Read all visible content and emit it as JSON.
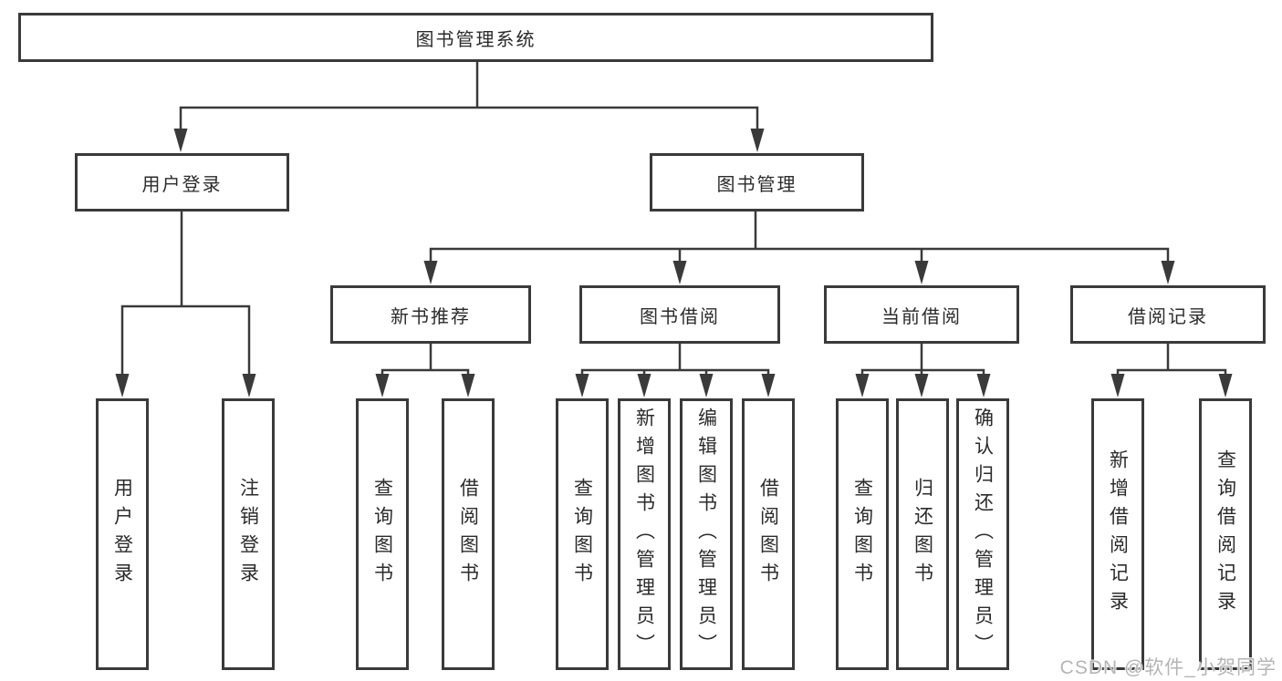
{
  "diagram": {
    "title": "图书管理系统",
    "root": {
      "label": "图书管理系统"
    },
    "level2": [
      {
        "id": "user-login",
        "label": "用户登录"
      },
      {
        "id": "book-management",
        "label": "图书管理"
      }
    ],
    "level3": [
      {
        "id": "new-book-recommend",
        "label": "新书推荐",
        "parent": "图书管理"
      },
      {
        "id": "book-borrow",
        "label": "图书借阅",
        "parent": "图书管理"
      },
      {
        "id": "current-borrow",
        "label": "当前借阅",
        "parent": "图书管理"
      },
      {
        "id": "borrow-record",
        "label": "借阅记录",
        "parent": "图书管理"
      }
    ],
    "leaves": [
      {
        "label": "用户登录",
        "parent": "用户登录"
      },
      {
        "label": "注销登录",
        "parent": "用户登录"
      },
      {
        "label": "查询图书",
        "parent": "新书推荐"
      },
      {
        "label": "借阅图书",
        "parent": "新书推荐"
      },
      {
        "label": "查询图书",
        "parent": "图书借阅"
      },
      {
        "label": "新增图书（管理员）",
        "parent": "图书借阅"
      },
      {
        "label": "编辑图书（管理员）",
        "parent": "图书借阅"
      },
      {
        "label": "借阅图书",
        "parent": "图书借阅"
      },
      {
        "label": "查询图书",
        "parent": "当前借阅"
      },
      {
        "label": "归还图书",
        "parent": "当前借阅"
      },
      {
        "label": "确认归还（管理员）",
        "parent": "当前借阅"
      },
      {
        "label": "新增借阅记录",
        "parent": "借阅记录"
      },
      {
        "label": "查询借阅记录",
        "parent": "借阅记录"
      }
    ],
    "watermark": {
      "text": "CSDN @软件_小贺同学"
    },
    "colors": {
      "line": "#3a3a3a",
      "box_border": "#3a3a3a",
      "text": "#2b2b2b",
      "background": "#ffffff",
      "watermark": "#b5b5b5"
    }
  }
}
